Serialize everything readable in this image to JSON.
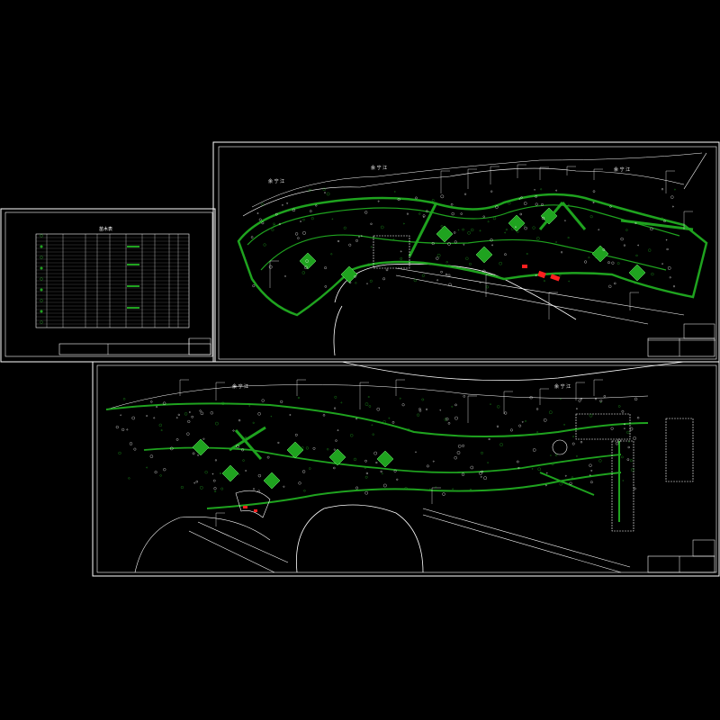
{
  "drawing": {
    "background": "#000000",
    "line_color": "#ffffff",
    "plant_color": "#1fa31f",
    "accent_color": "#ff2020"
  },
  "legend_sheet": {
    "title": "苗木表"
  },
  "upper_plan": {
    "river_labels": [
      "余 宁 江",
      "余 宁 江",
      "余 宁 江"
    ]
  },
  "lower_plan": {
    "river_labels": [
      "余 宁 江",
      "余 宁 江"
    ]
  }
}
